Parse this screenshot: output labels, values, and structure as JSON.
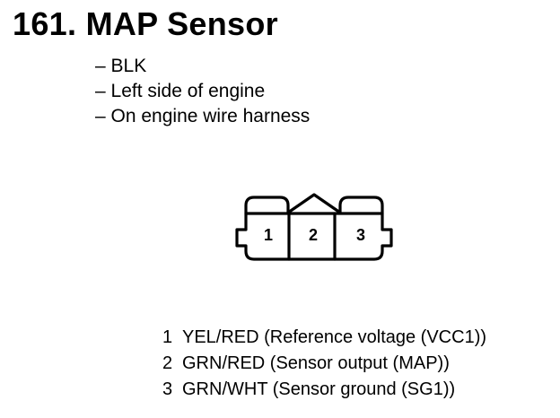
{
  "title": "161. MAP Sensor",
  "details": [
    "– BLK",
    "– Left side of engine",
    "– On engine wire harness"
  ],
  "connector": {
    "pin_labels": [
      "1",
      "2",
      "3"
    ]
  },
  "pins": [
    {
      "num": "1",
      "desc": "YEL/RED (Reference voltage (VCC1))"
    },
    {
      "num": "2",
      "desc": "GRN/RED (Sensor output (MAP))"
    },
    {
      "num": "3",
      "desc": "GRN/WHT (Sensor ground (SG1))"
    }
  ]
}
